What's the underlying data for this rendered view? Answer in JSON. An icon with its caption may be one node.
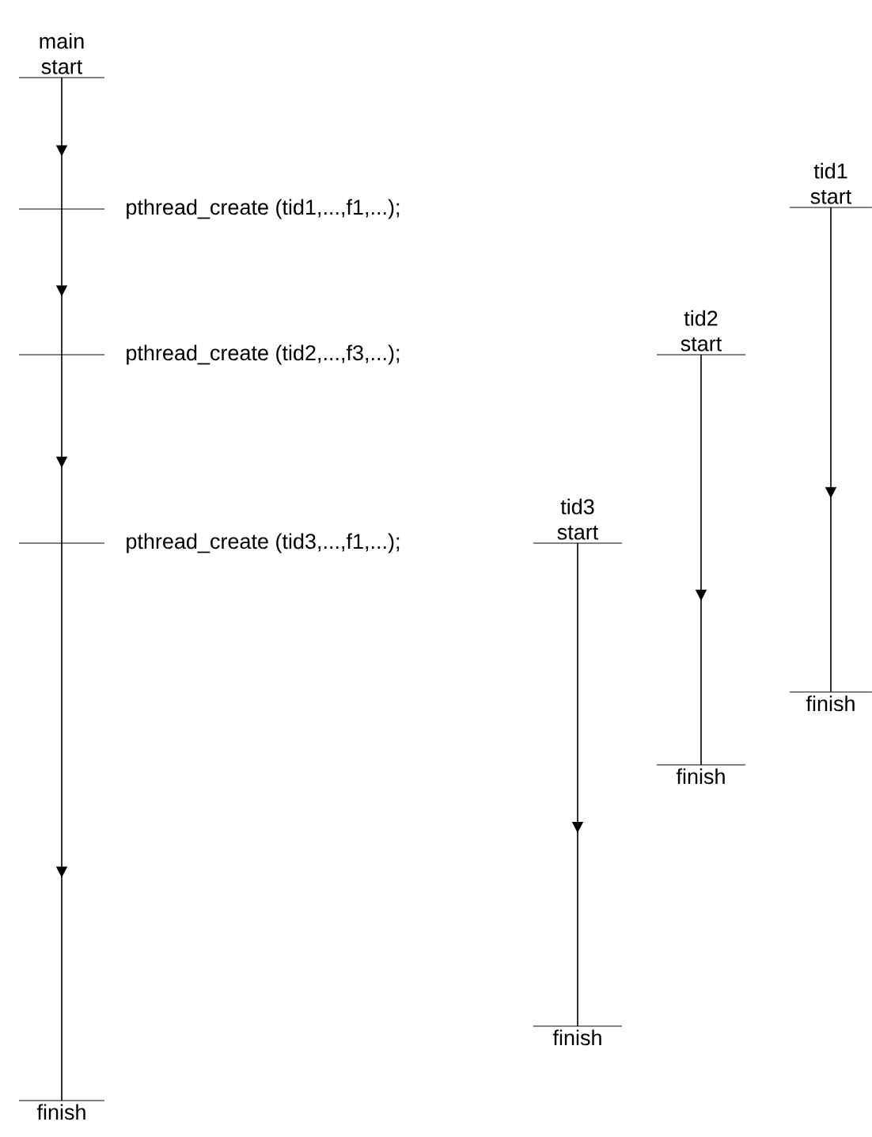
{
  "diagram": {
    "nodes": [
      {
        "text": [
          "main start"
        ]
      },
      {
        "text": [],
        "shape": "bar",
        "beside": [
          "pthread_create (tid1,...,f1,...);"
        ]
      },
      {
        "text": [],
        "shape": "bar",
        "beside": [
          "pthread_create (tid2,...,f3,...);"
        ]
      },
      {
        "text": [],
        "shape": "bar",
        "beside": [
          "pthread_create (tid3,...,f1,...);"
        ]
      },
      {
        "text": [
          "finish"
        ]
      },
      {
        "text": [
          "tid1 start"
        ]
      },
      {
        "text": [
          "finish"
        ]
      },
      {
        "text": [
          "tid2 start"
        ]
      },
      {
        "text": [
          "finish"
        ]
      },
      {
        "text": [
          "tid3 start"
        ]
      },
      {
        "text": [
          "finish"
        ]
      }
    ],
    "edges": [
      {
        "from": 0,
        "to": 1,
        "arrow": "to"
      },
      {
        "from": 1,
        "to": 2,
        "arrow": "to"
      },
      {
        "from": 2,
        "to": 3,
        "arrow": "to"
      },
      {
        "from": 3,
        "to": 4,
        "arrow": "to"
      },
      {
        "from": 5,
        "to": 6,
        "arrow": "to"
      },
      {
        "from": 7,
        "to": 8,
        "arrow": "to"
      },
      {
        "from": 9,
        "to": 10,
        "arrow": "to"
      }
    ]
  }
}
